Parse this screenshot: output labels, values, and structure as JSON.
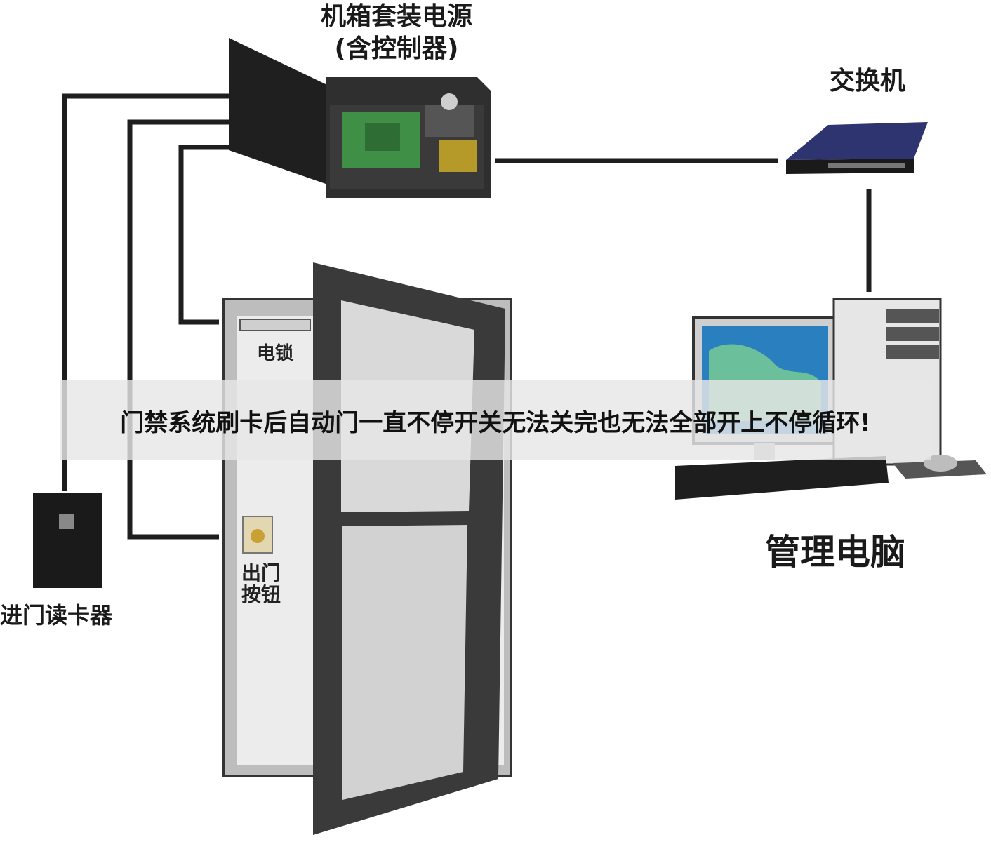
{
  "labels": {
    "controller_line1": "机箱套装电源",
    "controller_line2": "(含控制器)",
    "switch": "交换机",
    "management_pc": "管理电脑",
    "card_reader": "进门读卡器",
    "electric_lock": "电锁",
    "exit_button_line1": "出门",
    "exit_button_line2": "按钮"
  },
  "banner": {
    "text": "门禁系统刷卡后自动门一直不停开关无法关完也无法全部开上不停循环!"
  },
  "colors": {
    "wire": "#1e1e1e",
    "device_dark": "#2b2b2b",
    "circuit_green": "#3f8f46",
    "switch_blue": "#2e3470",
    "monitor_blue": "#2a7fbf",
    "door_frame": "#3a3a3a",
    "door_panel": "#d9d9d9"
  }
}
